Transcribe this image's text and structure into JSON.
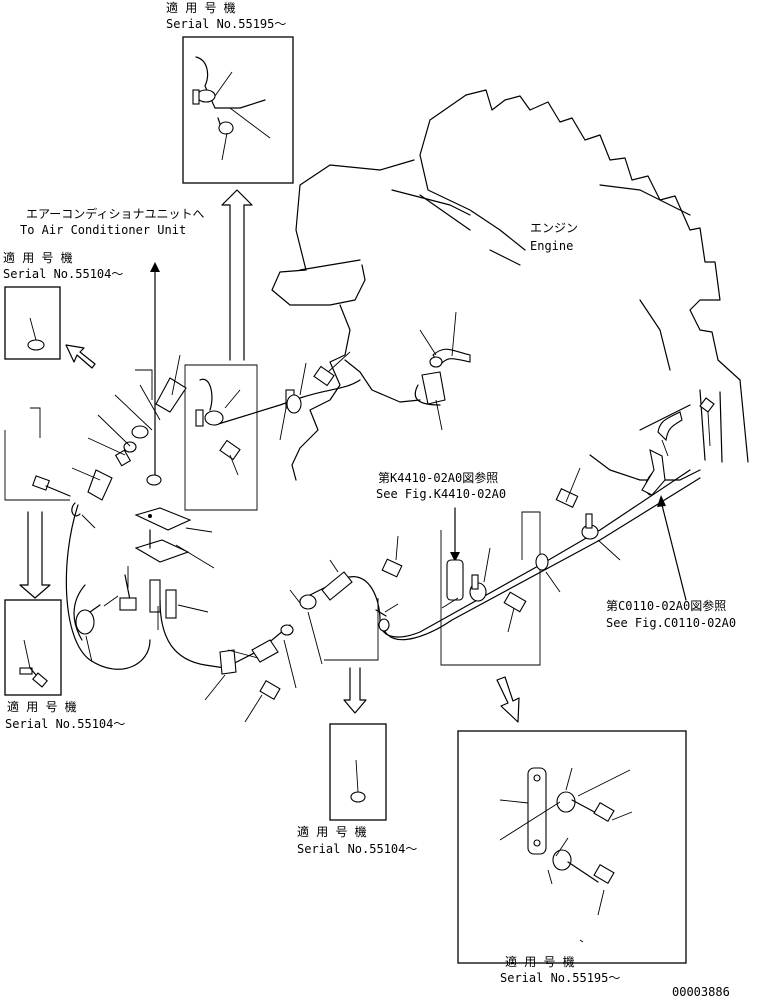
{
  "callouts": {
    "top_serial_label": "適 用 号 機",
    "top_serial_value": "Serial No.55195～",
    "aircon_jp": "エアーコンディショナユニットへ",
    "aircon_en": "To Air Conditioner Unit",
    "left_top_serial_label": "適 用 号 機",
    "left_top_serial_value": "Serial No.55104～",
    "left_bottom_serial_label": "適 用 号 機",
    "left_bottom_serial_value": "Serial No.55104～",
    "center_serial_label": "適 用 号 機",
    "center_serial_value": "Serial No.55104～",
    "right_serial_label": "適 用 号 機",
    "right_serial_value": "Serial No.55195～",
    "engine_jp": "エンジン",
    "engine_en": "Engine",
    "ref_k4410_jp": "第K4410-02A0図参照",
    "ref_k4410_en": "See Fig.K4410-02A0",
    "ref_c0110_jp": "第C0110-02A0図参照",
    "ref_c0110_en": "See Fig.C0110-02A0",
    "drawing_number": "00003886"
  }
}
